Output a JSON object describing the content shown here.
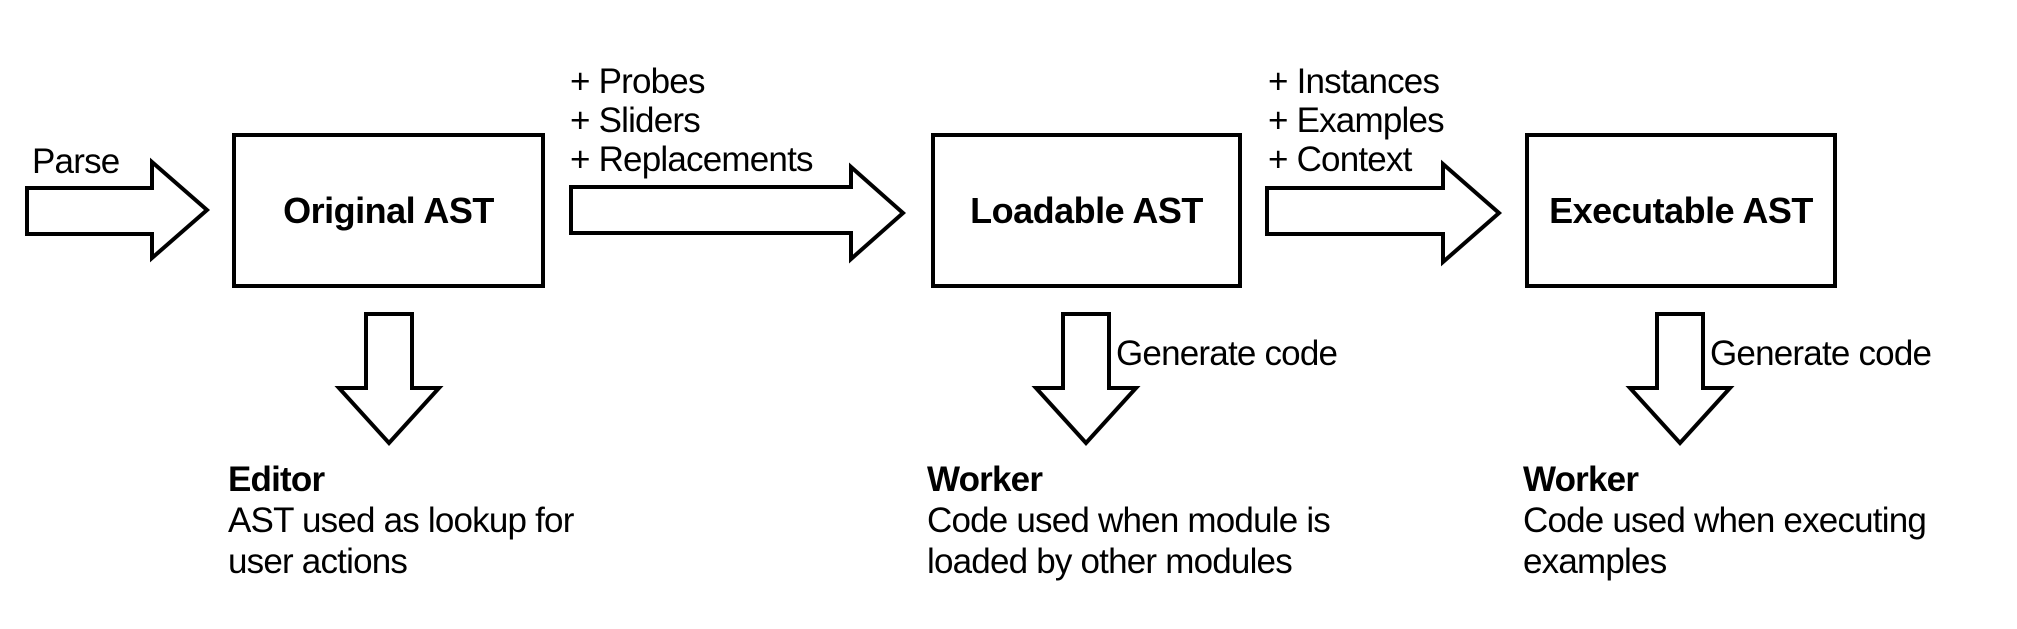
{
  "colors": {
    "background": "#ffffff",
    "ink": "#000000"
  },
  "flow": {
    "parse_label": "Parse",
    "boxes": [
      "Original AST",
      "Loadable AST",
      "Executable AST"
    ],
    "transform1_annotations": [
      "+ Probes",
      "+ Sliders",
      "+ Replacements"
    ],
    "transform2_annotations": [
      "+ Instances",
      "+ Examples",
      "+ Context"
    ],
    "generate_code_labels": [
      "Generate code",
      "Generate code"
    ],
    "outputs": [
      {
        "title": "Editor",
        "line1": "AST used as lookup for",
        "line2": "user actions"
      },
      {
        "title": "Worker",
        "line1": "Code used when module is",
        "line2": "loaded by other modules"
      },
      {
        "title": "Worker",
        "line1": "Code used when executing",
        "line2": "examples"
      }
    ]
  }
}
